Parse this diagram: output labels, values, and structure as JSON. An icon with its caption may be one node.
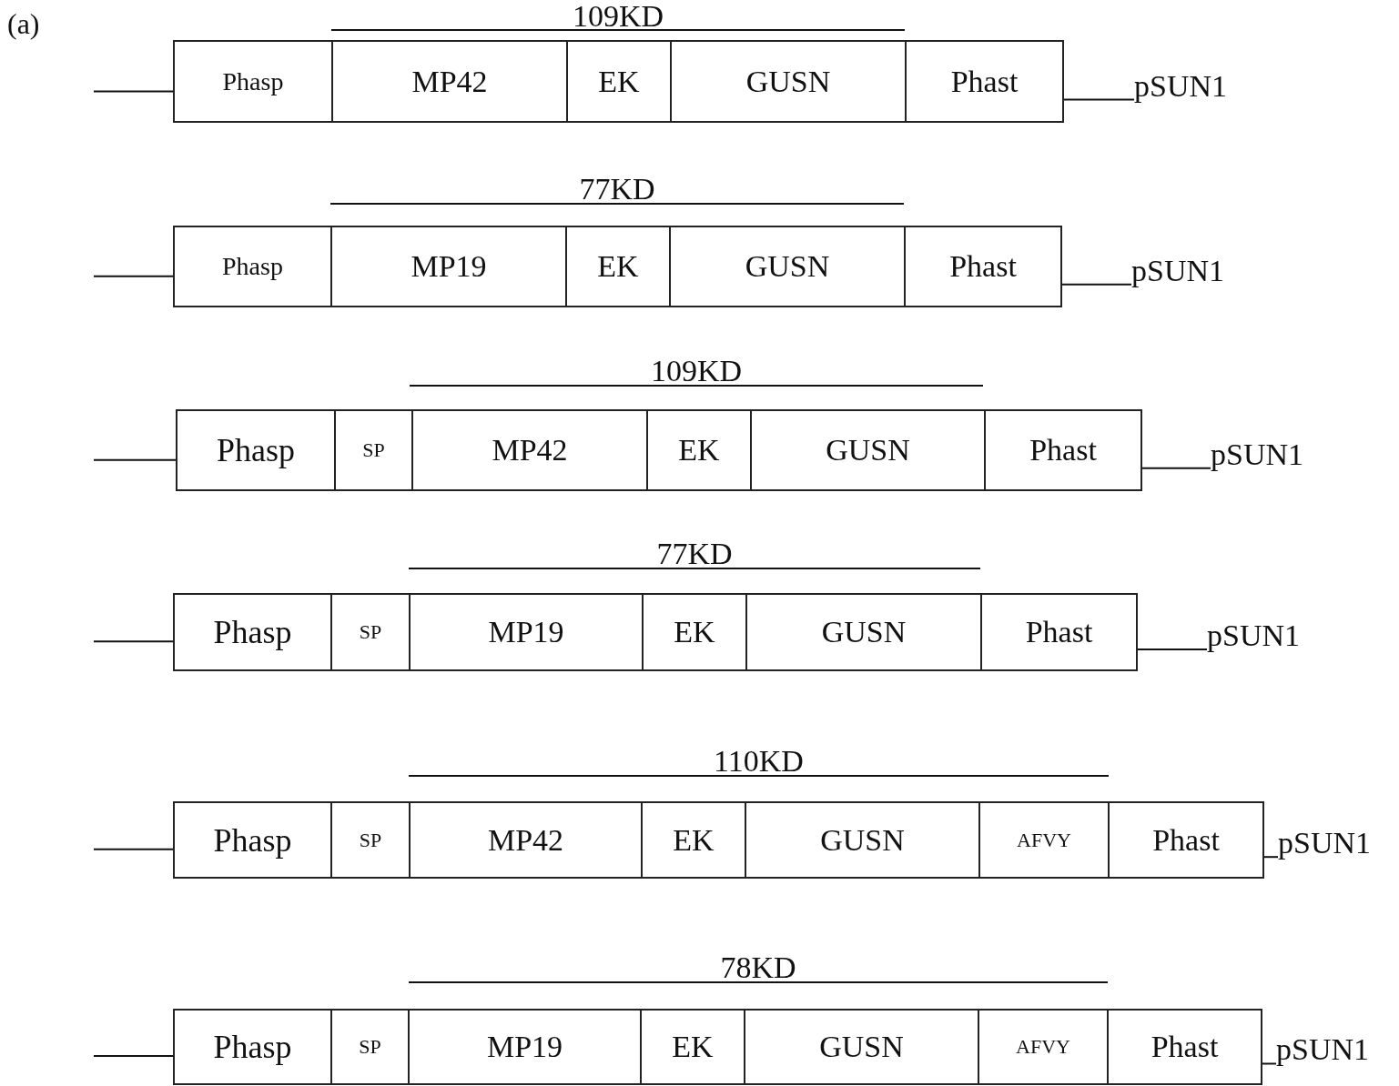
{
  "diagram": {
    "nodes": [
      {
        "text": [
          "Phasp"
        ]
      },
      {
        "text": [
          "MP42"
        ]
      },
      {
        "text": [
          "EK"
        ]
      },
      {
        "text": [
          "GUSN"
        ]
      },
      {
        "text": [
          "Phast"
        ]
      },
      {
        "text": [
          "pSUN1"
        ]
      },
      {
        "text": [
          "Phasp"
        ]
      },
      {
        "text": [
          "MP19"
        ]
      },
      {
        "text": [
          "EK"
        ]
      },
      {
        "text": [
          "GUSN"
        ]
      },
      {
        "text": [
          "Phast"
        ]
      },
      {
        "text": [
          "pSUN1"
        ]
      },
      {
        "text": [
          "Phasp"
        ]
      },
      {
        "text": [
          "SP"
        ]
      },
      {
        "text": [
          "MP42"
        ]
      },
      {
        "text": [
          "EK"
        ]
      },
      {
        "text": [
          "GUSN"
        ]
      },
      {
        "text": [
          "Phast"
        ]
      },
      {
        "text": [
          "pSUN1"
        ]
      },
      {
        "text": [
          "Phasp"
        ]
      },
      {
        "text": [
          "SP"
        ]
      },
      {
        "text": [
          "MP19"
        ]
      },
      {
        "text": [
          "EK"
        ]
      },
      {
        "text": [
          "GUSN"
        ]
      },
      {
        "text": [
          "Phast"
        ]
      },
      {
        "text": [
          "pSUN1"
        ]
      },
      {
        "text": [
          "Phasp"
        ]
      },
      {
        "text": [
          "SP"
        ]
      },
      {
        "text": [
          "MP42"
        ]
      },
      {
        "text": [
          "EK"
        ]
      },
      {
        "text": [
          "GUSN"
        ]
      },
      {
        "text": [
          "AFVY"
        ]
      },
      {
        "text": [
          "Phast"
        ]
      },
      {
        "text": [
          "pSUN1"
        ]
      },
      {
        "text": [
          "Phasp"
        ]
      },
      {
        "text": [
          "SP"
        ]
      },
      {
        "text": [
          "MP19"
        ]
      },
      {
        "text": [
          "EK"
        ]
      },
      {
        "text": [
          "GUSN"
        ]
      },
      {
        "text": [
          "AFVY"
        ]
      },
      {
        "text": [
          "Phast"
        ]
      },
      {
        "text": [
          "pSUN1"
        ]
      }
    ],
    "edges": [
      {
        "from": null,
        "to": 0,
        "arrow": "none"
      },
      {
        "from": 4,
        "to": 5,
        "arrow": "none"
      },
      {
        "from": null,
        "to": 6,
        "arrow": "none"
      },
      {
        "from": 10,
        "to": 11,
        "arrow": "none"
      },
      {
        "from": null,
        "to": 12,
        "arrow": "none"
      },
      {
        "from": 17,
        "to": 18,
        "arrow": "none"
      },
      {
        "from": null,
        "to": 19,
        "arrow": "none"
      },
      {
        "from": 24,
        "to": 25,
        "arrow": "none"
      },
      {
        "from": null,
        "to": 26,
        "arrow": "none"
      },
      {
        "from": 32,
        "to": 33,
        "arrow": "none"
      },
      {
        "from": null,
        "to": 34,
        "arrow": "none"
      },
      {
        "from": 40,
        "to": 41,
        "arrow": "none"
      }
    ],
    "labels": [
      "(a)",
      "109KD",
      "77KD",
      "109KD",
      "77KD",
      "110KD",
      "78KD"
    ]
  }
}
